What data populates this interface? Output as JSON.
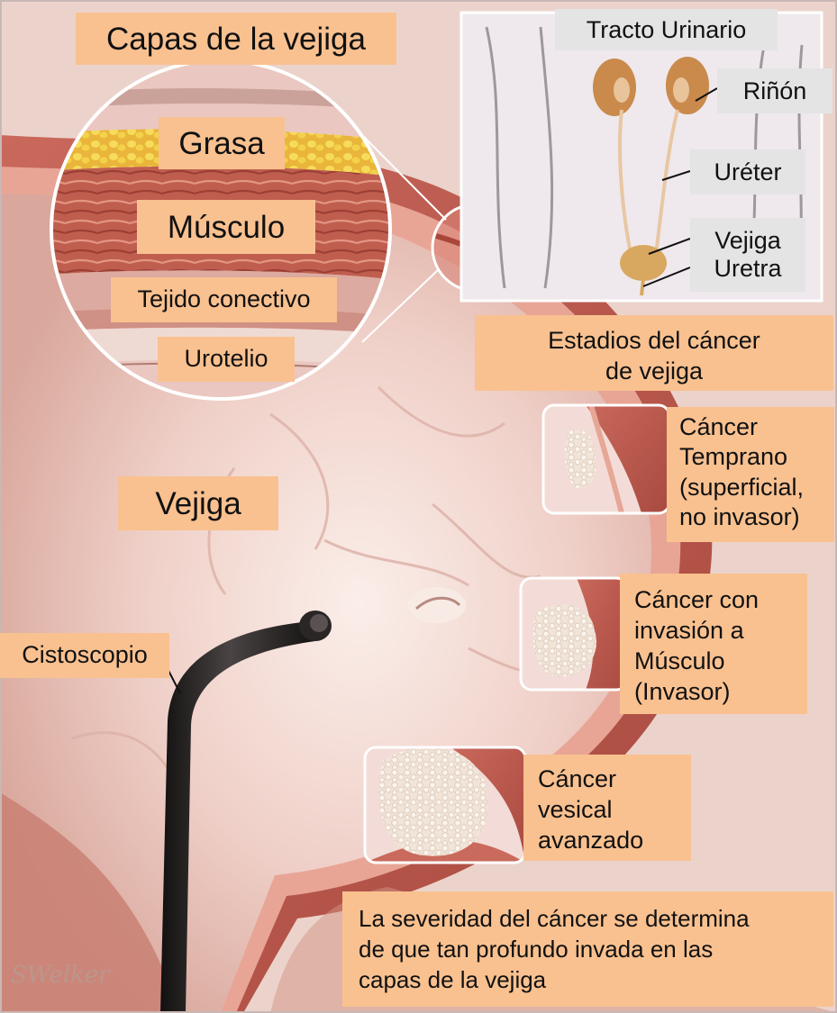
{
  "labels": {
    "layers_title": "Capas de la vejiga",
    "fat": "Grasa",
    "muscle": "Músculo",
    "connective_tissue": "Tejido conectivo",
    "urothelium": "Urotelio",
    "bladder": "Vejiga",
    "cystoscope": "Cistoscopio"
  },
  "urinary_tract": {
    "title": "Tracto Urinario",
    "kidney": "Riñón",
    "ureter": "Uréter",
    "bladder": "Vejiga",
    "urethra": "Uretra"
  },
  "stages": {
    "title_line1": "Estadios del cáncer",
    "title_line2": "de vejiga",
    "early": [
      "Cáncer",
      "Temprano",
      "(superficial,",
      "no invasor)"
    ],
    "muscle_invasive": [
      "Cáncer con",
      "invasión a",
      "Músculo",
      "(Invasor)"
    ],
    "advanced": [
      "Cáncer",
      "vesical",
      "avanzado"
    ]
  },
  "note": [
    "La severidad del cáncer se determina",
    "de que tan profundo invada en las",
    "capas de la vejiga"
  ],
  "signature": "SWelker",
  "colors": {
    "label_orange": "#f9c190",
    "label_gray": "#e4e4e4",
    "tissue_pink": "#e9bcb6",
    "muscle_red": "#b9574b",
    "fat_yellow": "#f2cf45",
    "scope_black": "#262222"
  }
}
